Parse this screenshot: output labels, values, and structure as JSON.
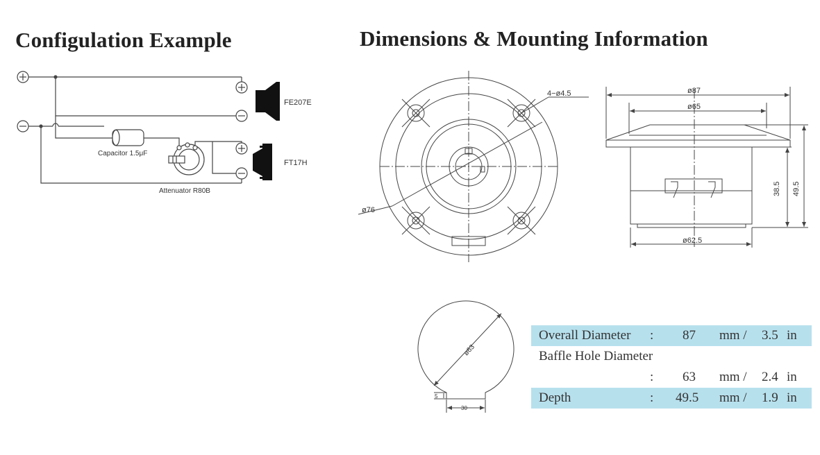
{
  "headings": {
    "config": "Configulation Example",
    "dimensions": "Dimensions & Mounting Information"
  },
  "circuit": {
    "woofer_label": "FE207E",
    "tweeter_label": "FT17H",
    "capacitor_label": "Capacitor 1.5μF",
    "attenuator_label": "Attenuator R80B",
    "plus_symbol": "+",
    "minus_symbol": "−"
  },
  "front_view": {
    "hole_label": "4−ø4.5",
    "outer_label": "ø76"
  },
  "side_view": {
    "overall_width": "ø87",
    "inner_width": "ø65",
    "depth_total": "49.5",
    "depth_body": "38.5",
    "bottom_width": "ø62.5"
  },
  "cutout": {
    "diameter": "ø63",
    "notch_height": "5",
    "notch_width": "30"
  },
  "specs": [
    {
      "label": "Overall Diameter",
      "colon": ":",
      "value": "87",
      "unit1": "mm /",
      "value2": "3.5",
      "unit2": "in"
    },
    {
      "label": "Baffle Hole Diameter"
    },
    {
      "colon": ":",
      "value": "63",
      "unit1": "mm /",
      "value2": "2.4",
      "unit2": "in"
    },
    {
      "label": "Depth",
      "colon": ":",
      "value": "49.5",
      "unit1": "mm /",
      "value2": "1.9",
      "unit2": "in"
    }
  ]
}
